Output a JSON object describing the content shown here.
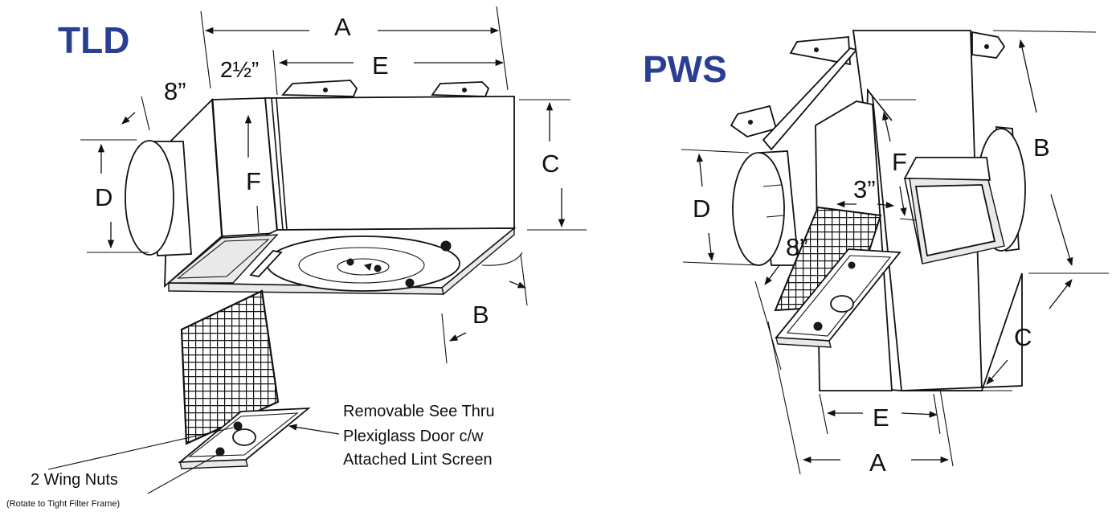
{
  "tld": {
    "title": "TLD",
    "labels": {
      "a": "A",
      "e": "E",
      "c": "C",
      "d": "D",
      "f": "F",
      "b": "B",
      "eight_inch": "8”",
      "two_half_inch": "2½”"
    },
    "notes": {
      "door_line1": "Removable See Thru",
      "door_line2": "Plexiglass Door c/w",
      "door_line3": "Attached Lint Screen",
      "wing_nuts": "2 Wing Nuts",
      "wing_nuts_sub": "(Rotate to Tight Filter Frame)"
    }
  },
  "pws": {
    "title": "PWS",
    "labels": {
      "b": "B",
      "f": "F",
      "d": "D",
      "three_inch": "3”",
      "eight_inch": "8”",
      "c": "C",
      "e": "E",
      "a": "A"
    }
  }
}
